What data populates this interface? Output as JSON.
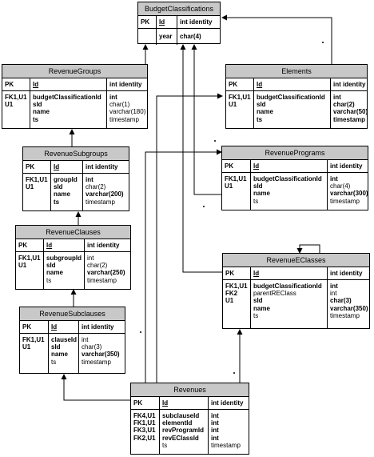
{
  "entities": {
    "budget": {
      "title": "BudgetClassifications",
      "pk": {
        "key": "PK",
        "name": "Id",
        "type": "int identity"
      },
      "keys": [],
      "names": [
        "year"
      ],
      "types": [
        "char(4)"
      ]
    },
    "revenuegroups": {
      "title": "RevenueGroups",
      "pk": {
        "key": "PK",
        "name": "Id",
        "type": "int identity"
      },
      "keys": [
        "FK1,U1",
        "U1"
      ],
      "names": [
        "budgetClassificationId",
        "sId",
        "name",
        "ts"
      ],
      "types": [
        "int",
        "char(1)",
        "varchar(180)",
        "timestamp"
      ]
    },
    "elements": {
      "title": "Elements",
      "pk": {
        "key": "PK",
        "name": "Id",
        "type": "int identity"
      },
      "keys": [
        "FK1,U1",
        "U1"
      ],
      "names": [
        "budgetClassificationId",
        "sId",
        "name",
        "ts"
      ],
      "types": [
        "int",
        "char(2)",
        "varchar(50)",
        "timestamp"
      ]
    },
    "revenuesubgroups": {
      "title": "RevenueSubgroups",
      "pk": {
        "key": "PK",
        "name": "Id",
        "type": "int identity"
      },
      "keys": [
        "FK1,U1",
        "U1"
      ],
      "names": [
        "groupId",
        "sId",
        "name",
        "ts"
      ],
      "types": [
        "int",
        "char(2)",
        "varchar(200)",
        "timestamp"
      ]
    },
    "revenueprograms": {
      "title": "RevenuePrograms",
      "pk": {
        "key": "PK",
        "name": "Id",
        "type": "int identity"
      },
      "keys": [
        "FK1,U1",
        "U1"
      ],
      "names": [
        "budgetClassificationId",
        "sId",
        "name",
        "ts"
      ],
      "types": [
        "int",
        "char(4)",
        "varchar(300)",
        "timestamp"
      ]
    },
    "revenueclauses": {
      "title": "RevenueClauses",
      "pk": {
        "key": "PK",
        "name": "Id",
        "type": "int identity"
      },
      "keys": [
        "FK1,U1",
        "U1"
      ],
      "names": [
        "subgroupId",
        "sId",
        "name",
        "ts"
      ],
      "types": [
        "int",
        "char(2)",
        "varchar(250)",
        "timestamp"
      ]
    },
    "revenueeclasses": {
      "title": "RevenueEClasses",
      "pk": {
        "key": "PK",
        "name": "Id",
        "type": "int identity"
      },
      "keys": [
        "FK1,U1",
        "FK2",
        "U1"
      ],
      "names": [
        "budgetClassificationId",
        "parentREClass",
        "sId",
        "name",
        "ts"
      ],
      "types": [
        "int",
        "int",
        "char(3)",
        "varchar(350)",
        "timestamp"
      ]
    },
    "revenuesubclauses": {
      "title": "RevenueSubclauses",
      "pk": {
        "key": "PK",
        "name": "Id",
        "type": "int identity"
      },
      "keys": [
        "FK1,U1",
        "U1"
      ],
      "names": [
        "clauseId",
        "sId",
        "name",
        "ts"
      ],
      "types": [
        "int",
        "char(3)",
        "varchar(350)",
        "timestamp"
      ]
    },
    "revenues": {
      "title": "Revenues",
      "pk": {
        "key": "PK",
        "name": "Id",
        "type": "int identity"
      },
      "keys": [
        "FK4,U1",
        "FK1,U1",
        "FK3,U1",
        "FK2,U1"
      ],
      "names": [
        "subclauseId",
        "elementId",
        "revProgramId",
        "revEClassId",
        "ts"
      ],
      "types": [
        "int",
        "int",
        "int",
        "int",
        "timestamp"
      ]
    }
  }
}
